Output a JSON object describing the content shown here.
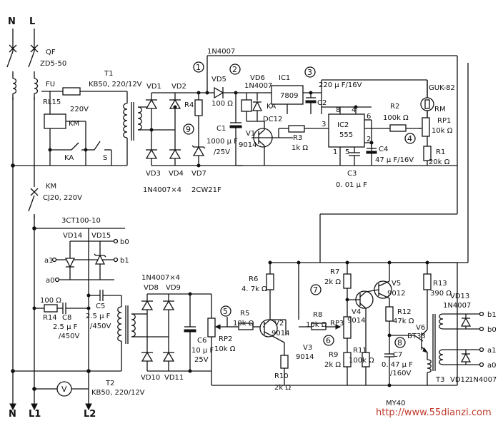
{
  "terminals": {
    "N": "N",
    "L": "L",
    "N_out": "N",
    "L1": "L1",
    "L2": "L2"
  },
  "breaker": {
    "ref": "QF",
    "model": "ZD5-50"
  },
  "fuse": {
    "ref": "FU",
    "model": "RL15"
  },
  "relay": {
    "coil": "KM",
    "voltage": "220V",
    "contact_ka": "KA",
    "switch": "S"
  },
  "transformer_t1": {
    "ref": "T1",
    "model": "KB50, 220/12V"
  },
  "contactor": {
    "ref": "KM",
    "model": "CJ20, 220V"
  },
  "diode_pkg1": "1N4007×4",
  "zener_pkg": "2CW21F",
  "bridge1": [
    "VD1",
    "VD2",
    "VD3",
    "VD4"
  ],
  "zener": "VD7",
  "vd5": {
    "ref": "VD5",
    "model": "1N4007"
  },
  "top_diode": "1N4007",
  "vd6": {
    "ref": "VD6",
    "model": "1N4007"
  },
  "r4": "R4",
  "r4_val": "100 Ω",
  "c1": {
    "ref": "C1",
    "val1": "1000 μ F",
    "val2": "/25V"
  },
  "ka_relay": {
    "ref": "KA",
    "coil": "DC12"
  },
  "v1": {
    "ref": "V1",
    "model": "9014"
  },
  "ic1": {
    "ref": "IC1",
    "model": "7809"
  },
  "c2": {
    "ref": "C2",
    "val": "220 μ F/16V"
  },
  "ic2": {
    "ref": "IC2",
    "model": "555",
    "pins": [
      "8",
      "4",
      "3",
      "6",
      "2",
      "1",
      "5"
    ]
  },
  "r3": {
    "ref": "R3",
    "val": "1k Ω"
  },
  "r2": {
    "ref": "R2",
    "val": "100k Ω"
  },
  "rp1": {
    "ref": "RP1",
    "val": "10k Ω"
  },
  "r1": {
    "ref": "R1",
    "val": "20k Ω"
  },
  "rm": {
    "ref": "RM",
    "model": "GUK-82"
  },
  "c3": {
    "ref": "C3",
    "val": "0. 01 μ F"
  },
  "c4": {
    "ref": "C4",
    "val": "47 μ F/16V"
  },
  "markers": [
    "1",
    "2",
    "3",
    "4",
    "5",
    "6",
    "7",
    "8",
    "9"
  ],
  "ct": {
    "model": "3CT100-10"
  },
  "vd14": "VD14",
  "vd15": "VD15",
  "a1": "a1",
  "a0": "a0",
  "b0": "b0",
  "b1": "b1",
  "r14": {
    "ref": "R14",
    "val": "100 Ω"
  },
  "c8": {
    "ref": "C8",
    "val1": "2.5 μ F",
    "val2": "/450V"
  },
  "c5": {
    "ref": "C5",
    "val1": "2.5 μ F",
    "val2": "/450V"
  },
  "diode_pkg2": "1N4007×4",
  "bridge2": [
    "VD8",
    "VD9",
    "VD10",
    "VD11"
  ],
  "c6": {
    "ref": "C6",
    "val1": "10 μ F",
    "val2": "25V"
  },
  "rp2": {
    "ref": "RP2",
    "val": "10k Ω"
  },
  "r5": {
    "ref": "R5",
    "val": "10k Ω"
  },
  "r6": {
    "ref": "R6",
    "val": "4. 7k Ω"
  },
  "v2": {
    "ref": "V2",
    "model": "9014"
  },
  "r10": {
    "ref": "R10",
    "val": "2k Ω"
  },
  "r7": {
    "ref": "R7",
    "val": "2k Ω"
  },
  "r8": {
    "ref": "R8",
    "val": "10k Ω"
  },
  "rp3": "RP3",
  "r9": {
    "ref": "R9",
    "val": "2k Ω"
  },
  "v3": {
    "ref": "V3",
    "model": "9014"
  },
  "v4": {
    "ref": "V4",
    "model": "9014"
  },
  "v5": {
    "ref": "V5",
    "model": "9012"
  },
  "r11": {
    "ref": "R11",
    "val": "100k Ω"
  },
  "r12": {
    "ref": "R12",
    "val": "47k Ω"
  },
  "r13": {
    "ref": "R13",
    "val": "390 Ω"
  },
  "v6": {
    "ref": "V6",
    "model": "BT33"
  },
  "c7": {
    "ref": "C7",
    "val1": "0. 47 μ F",
    "val2": "/160V"
  },
  "t3": "T3",
  "vd12": {
    "ref": "VD12",
    "model": "1N4007"
  },
  "vd13": {
    "ref": "VD13",
    "model": "1N4007"
  },
  "t2": {
    "ref": "T2",
    "model": "KB50, 220/12V"
  },
  "voltmeter": "V",
  "partial_label": "MY40",
  "watermark": "http://www.55dianzi.com"
}
